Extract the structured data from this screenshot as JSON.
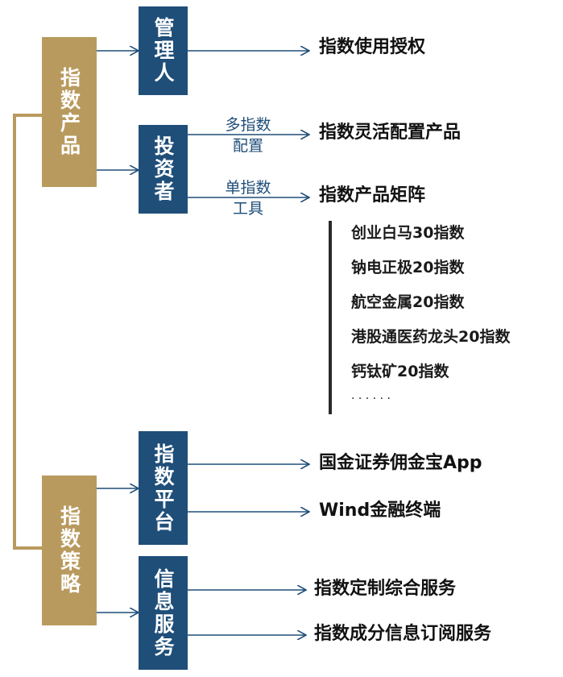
{
  "left": {
    "products": "指数产品",
    "strategy": "指数策略"
  },
  "middle": {
    "manager": "管理人",
    "investor": "投资者",
    "platform": "指数平台",
    "info": "信息服务"
  },
  "labels": {
    "multi_line1": "多指数",
    "multi_line2": "配置",
    "single_line1": "单指数",
    "single_line2": "工具"
  },
  "targets": {
    "license": "指数使用授权",
    "flexible": "指数灵活配置产品",
    "matrix": "指数产品矩阵",
    "app": "国金证券佣金宝App",
    "wind": "Wind金融终端",
    "custom": "指数定制综合服务",
    "subscribe": "指数成分信息订阅服务"
  },
  "matrix_items": [
    "创业白马30指数",
    "钠电正极20指数",
    "航空金属20指数",
    "港股通医药龙头20指数",
    "钙钛矿20指数",
    "· · · · · ·"
  ],
  "colors": {
    "gold": "#B99A5E",
    "navy": "#1F4E79",
    "text": "#111111"
  }
}
